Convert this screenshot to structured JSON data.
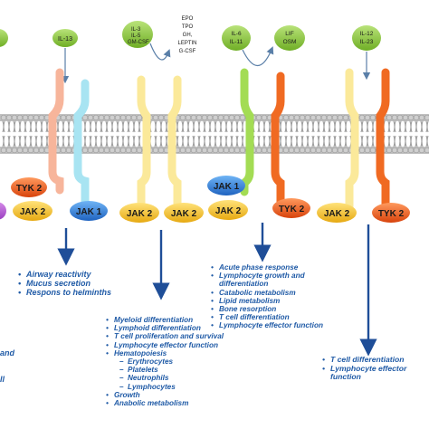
{
  "ligands": {
    "il13": "IL-13",
    "il3": "IL-3",
    "il5": "IL-5",
    "gmcsf": "GM-CSF",
    "epo": "EPO",
    "tpo": "TPO",
    "gh": "GH,",
    "leptin": "LEPTIN",
    "gcsf": "G-CSF",
    "il6": "IL-6",
    "il11": "IL-11",
    "lif": "LIF",
    "osm": "OSM",
    "il12": "IL-12",
    "il23": "IL-23"
  },
  "kinases": {
    "p1_tyk2": "TYK 2",
    "p1_jak2": "JAK 2",
    "p1_jak1": "JAK 1",
    "p2_jak2a": "JAK 2",
    "p2_jak2b": "JAK 2",
    "p3_jak1": "JAK 1",
    "p3_jak2": "JAK 2",
    "p3_tyk2": "TYK 2",
    "p4_jak2": "JAK 2",
    "p4_tyk2": "TYK 2"
  },
  "functions": {
    "il13_effects": [
      "Airway reactivity",
      "Mucus secretion",
      "Respons to helminths"
    ],
    "hematopoietic_effects": [
      {
        "text": "Myeloid differentiation",
        "level": 0
      },
      {
        "text": "Lymphoid differentiation",
        "level": 0
      },
      {
        "text": "T cell proliferation and survival",
        "level": 0
      },
      {
        "text": "Lymphocyte effector function",
        "level": 0
      },
      {
        "text": "Hematopoiesis",
        "level": 0
      },
      {
        "text": "Erythrocytes",
        "level": 1
      },
      {
        "text": "Platelets",
        "level": 1
      },
      {
        "text": "Neutrophils",
        "level": 1
      },
      {
        "text": "Lymphocytes",
        "level": 1
      },
      {
        "text": "Growth",
        "level": 0
      },
      {
        "text": "Anabolic metabolism",
        "level": 0
      }
    ],
    "il6_effects": [
      "Acute phase response",
      "Lymphocyte growth and differentiation",
      "Catabolic metabolism",
      "Lipid metabolism",
      "Bone resorption",
      "T cell differentiation",
      "Lymphocyte effector function"
    ],
    "il12_effects": [
      "T cell differentiation",
      "Lymphocyte effector function"
    ],
    "left_fragments": [
      "and",
      "ll"
    ]
  },
  "colors": {
    "ligand_fill": "#8bc53f",
    "jak_fill": "#f2c230",
    "jak1_fill": "#2f7fd6",
    "tyk2_fill": "#ef5a1b",
    "text_blue": "#1f5aa6",
    "arrow_blue": "#1f4e98"
  }
}
